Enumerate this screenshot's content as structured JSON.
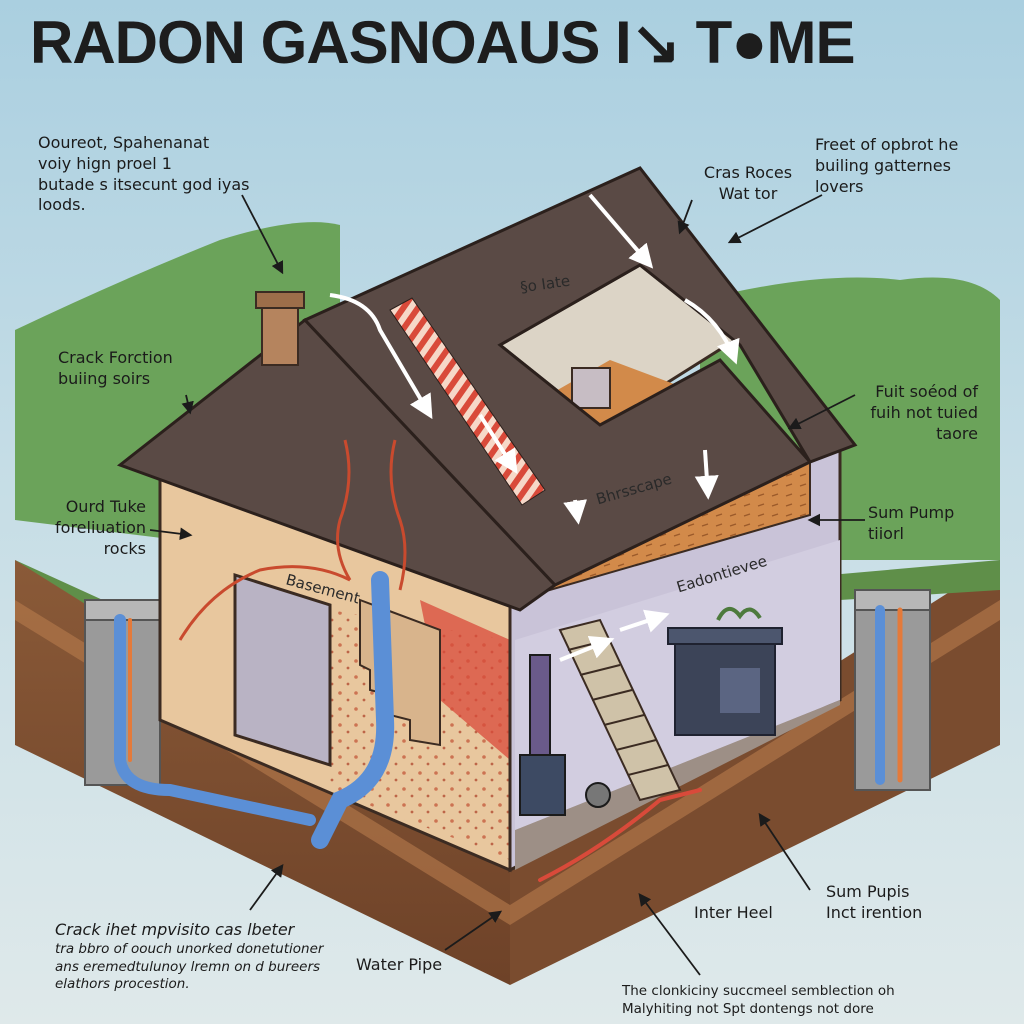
{
  "title": "RADON GASNOAUS I↘ T●ME",
  "labels": {
    "top_left": "Ooureot, Spahenanat\nvoiy hign proel 1\nbutade s itsecunt god iyas\nloods.",
    "gas_roces": "Cras Roces\nWat tor",
    "top_right": "Freet of opbrot he\nbuiling gatternes\nlovers",
    "crack_formation": "Crack Forction\nbuiing soirs",
    "fuit": "Fuit soéod of\nfuih not tuied\ntaore",
    "outd_tuke": "Ourd Tuke\nforeliuation\nrocks",
    "sum_pump": "Sum Pump\ntiiorl",
    "crack_bottom_heading": "Crack ihet mpvisito cas lbeter",
    "crack_bottom_body": "tra bbro of oouch unorked donetutioner\nans eremedtulunoy lremn on d bureers\nelathors procestion.",
    "water_pipe": "Water Pipe",
    "inter_heel": "Inter Heel",
    "sum_pupis": "Sum Pupis\nInct irention",
    "bottom_note": "The clonkiciny succmeel semblection oh\nMalyhiting not Spt dontengs not dore"
  },
  "inside": {
    "slate": "§o Iate",
    "bhrsscape": "Bhrsscape",
    "basement": "Basement",
    "eadontievee": "Eadontievee"
  },
  "colors": {
    "roof": "#5a4a45",
    "wall": "#e8c79e",
    "grass": "#6ba35a",
    "soil": "#8a5a38",
    "radon": "#d94a3a",
    "pipe": "#5b8fd6",
    "basement_room": "#c9c3d8"
  }
}
